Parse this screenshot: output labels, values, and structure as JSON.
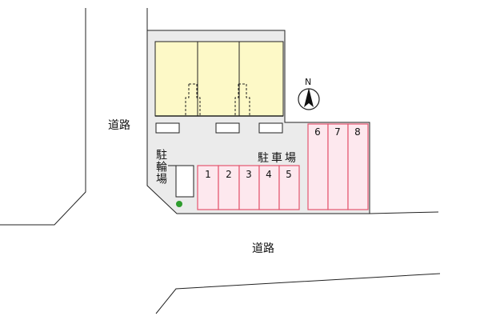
{
  "roads": {
    "left": "道路",
    "bottom": "道路"
  },
  "parking": {
    "label": "駐車場",
    "spots": [
      "1",
      "2",
      "3",
      "4",
      "5",
      "6",
      "7",
      "8"
    ]
  },
  "bicycle_parking": {
    "label": "駐輪場"
  },
  "compass": {
    "north_label": "N"
  },
  "colors": {
    "site": "#ebebeb",
    "building": "#fdf9c7",
    "parking_fill": "#fde8ee",
    "parking_line": "#e4566f",
    "tree": "#2e9c2e",
    "line": "#222222"
  }
}
